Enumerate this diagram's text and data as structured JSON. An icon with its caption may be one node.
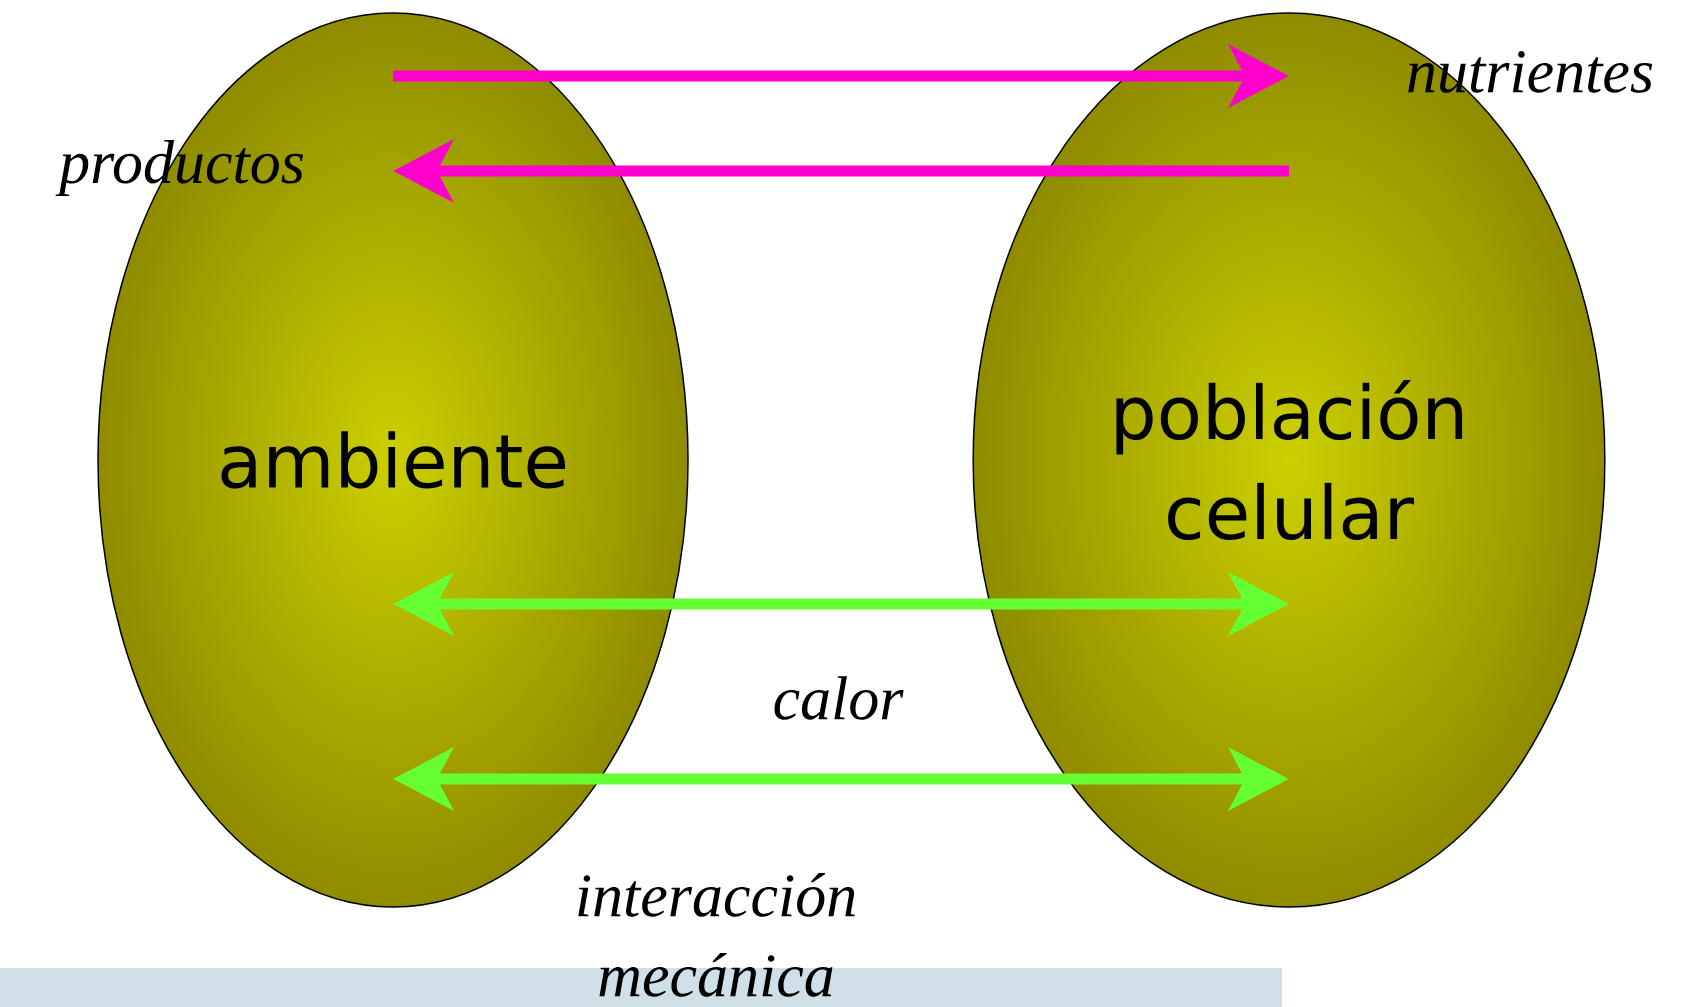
{
  "diagram": {
    "nodes": [
      {
        "text": [
          "ambiente"
        ]
      },
      {
        "text": [
          "población celular"
        ]
      }
    ],
    "edges": [
      {
        "from": 0,
        "to": 1,
        "arrow": "to",
        "label": "nutrientes",
        "color": "#ff00cc"
      },
      {
        "from": 1,
        "to": 0,
        "arrow": "to",
        "label": "productos",
        "color": "#ff00cc"
      },
      {
        "from": 0,
        "to": 1,
        "arrow": "both",
        "label": "calor",
        "color": "#66ff33"
      },
      {
        "from": 0,
        "to": 1,
        "arrow": "both",
        "label": "interacción mecánica",
        "color": "#66ff33"
      }
    ]
  }
}
